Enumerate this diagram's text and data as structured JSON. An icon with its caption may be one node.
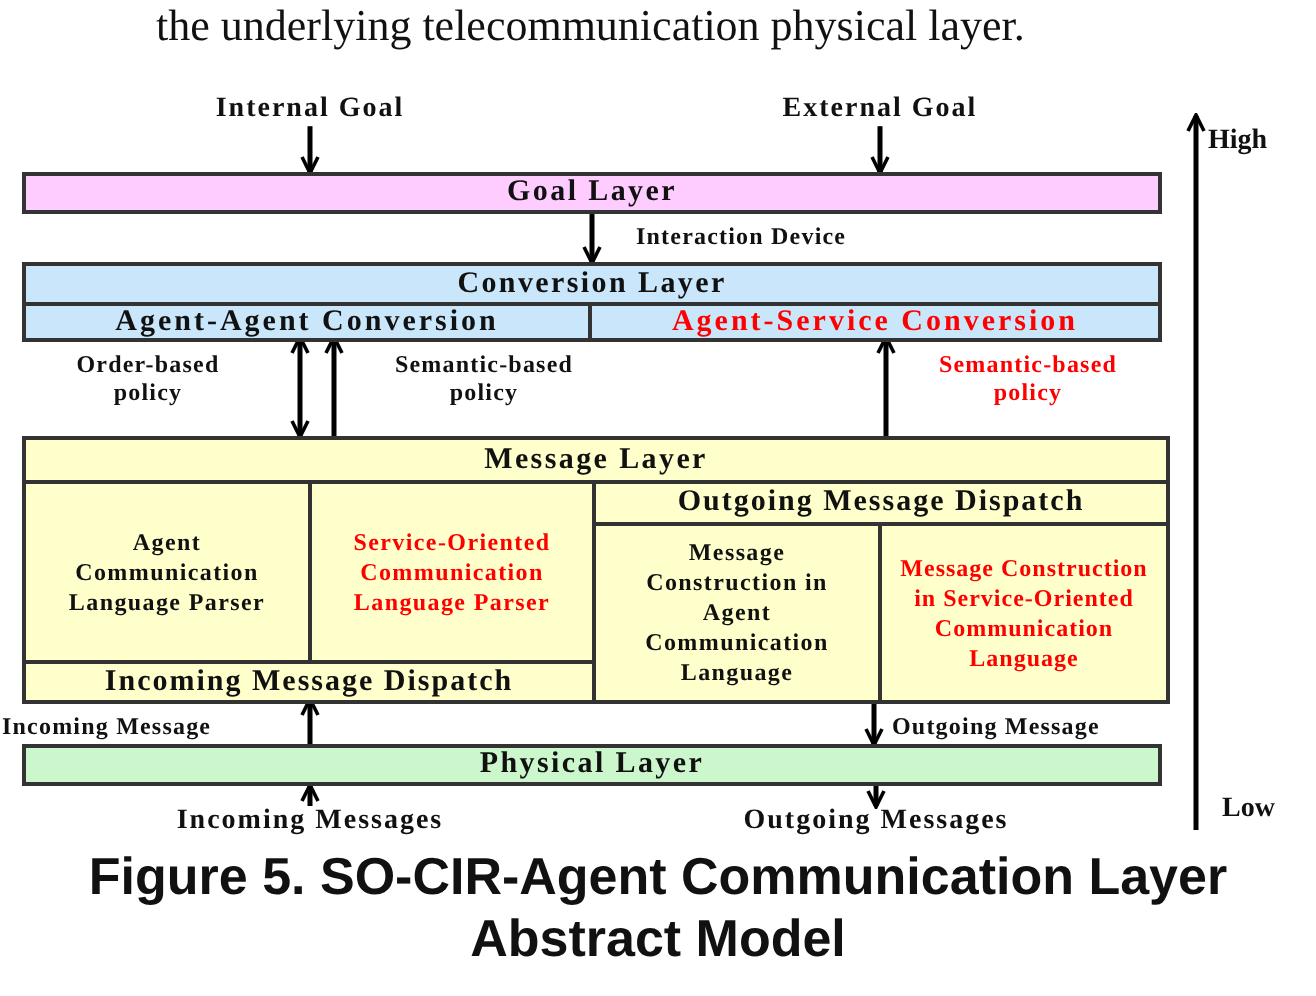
{
  "diagram": {
    "caption": "Figure 5. SO-CIR-Agent Communication Layer Abstract Model",
    "nodes": [
      {
        "text": [
          "Internal Goal"
        ]
      },
      {
        "text": [
          "External Goal"
        ]
      },
      {
        "text": [
          "Goal Layer"
        ]
      },
      {
        "text": [
          "Conversion Layer"
        ]
      },
      {
        "text": [
          "Agent-Agent Conversion"
        ],
        "in": 3
      },
      {
        "text": [
          "Agent-Service Conversion"
        ],
        "in": 3
      },
      {
        "text": [
          "Message Layer"
        ]
      },
      {
        "text": [
          "Agent Communication Language Parser"
        ],
        "in": 6
      },
      {
        "text": [
          "Service-Oriented Communication Language Parser"
        ],
        "in": 6
      },
      {
        "text": [
          "Outgoing Message Dispatch"
        ],
        "in": 6
      },
      {
        "text": [
          "Message Construction in Agent Communication Language"
        ],
        "in": 6
      },
      {
        "text": [
          "Message Construction in Service-Oriented Communication Language"
        ],
        "in": 6
      },
      {
        "text": [
          "Incoming Message Dispatch"
        ],
        "in": 6
      },
      {
        "text": [
          "Physical Layer"
        ]
      },
      {
        "text": [
          "Incoming Messages"
        ]
      },
      {
        "text": [
          "Outgoing Messages"
        ]
      }
    ],
    "edges": [
      {
        "from": 0,
        "to": 2,
        "arrow": "to"
      },
      {
        "from": 1,
        "to": 2,
        "arrow": "to"
      },
      {
        "from": 2,
        "to": 3,
        "arrow": "to",
        "label": "Interaction Device"
      },
      {
        "from": 4,
        "to": 6,
        "arrow": "both",
        "label": "Order-based policy"
      },
      {
        "from": 6,
        "to": 4,
        "arrow": "to",
        "label": "Semantic-based policy"
      },
      {
        "from": 6,
        "to": 5,
        "arrow": "to",
        "label": "Semantic-based policy"
      },
      {
        "from": 13,
        "to": 12,
        "arrow": "to",
        "label": "Incoming Message"
      },
      {
        "from": 6,
        "to": 13,
        "arrow": "to",
        "label": "Outgoing Message"
      },
      {
        "from": 14,
        "to": 13,
        "arrow": "to"
      },
      {
        "from": 13,
        "to": 15,
        "arrow": "to"
      }
    ],
    "labels": [
      "the underlying telecommunication physical layer.",
      "High",
      "Low"
    ]
  }
}
